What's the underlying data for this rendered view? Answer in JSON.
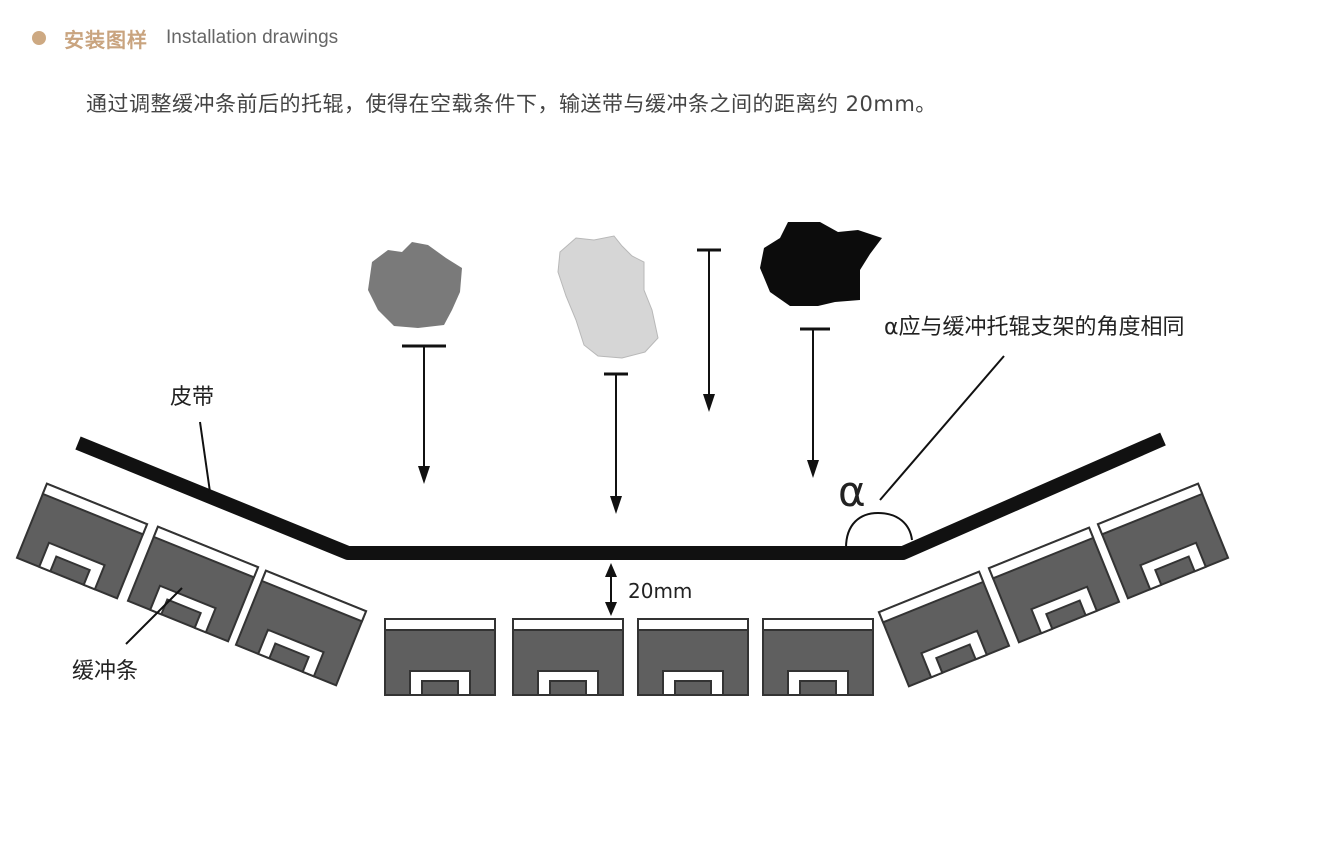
{
  "header": {
    "title_cn": "安装图样",
    "title_en": "Installation drawings",
    "accent_color": "#cda982"
  },
  "description": "通过调整缓冲条前后的托辊，使得在空载条件下，输送带与缓冲条之间的距离约 20mm。",
  "diagram": {
    "label_belt": "皮带",
    "label_bar": "缓冲条",
    "label_angle": "α应与缓冲托辊支架的角度相同",
    "angle_symbol": "α",
    "gap_label": "20mm",
    "colors": {
      "belt": "#111111",
      "bar_body": "#5f5f5f",
      "bar_top": "#ffffff",
      "rock_gray": "#7a7a7a",
      "rock_light": "#d6d6d6",
      "rock_black": "#0c0c0c"
    }
  }
}
